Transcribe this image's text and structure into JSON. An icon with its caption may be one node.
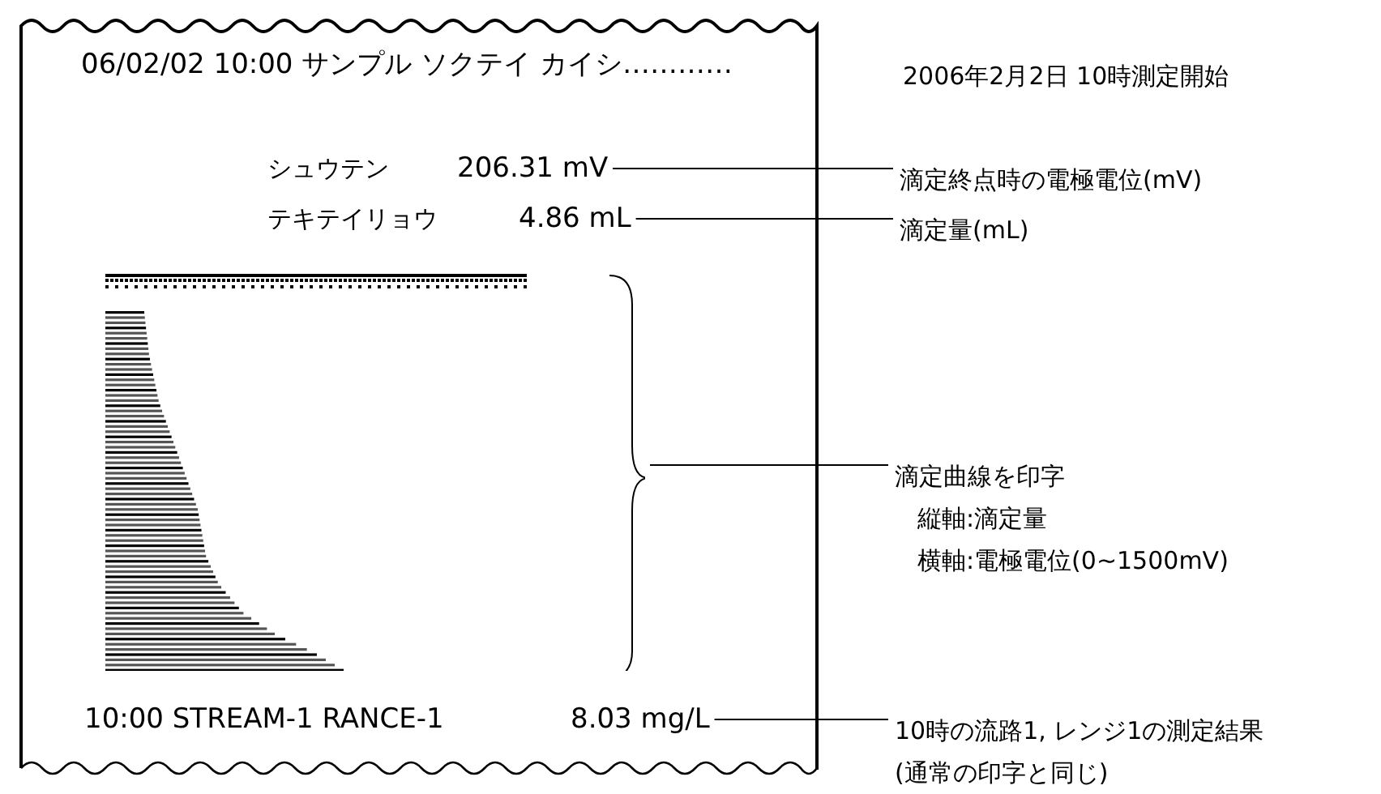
{
  "diagram": {
    "nodes": [
      {
        "text": [
          "06/02/02 10:00 サンプル ソクテイ カイシ…………",
          "シュウテン",
          "テキテイリョウ",
          "10:00 STREAM-1 RANCE-1"
        ]
      },
      {
        "text": [
          "206.31 mV"
        ],
        "in": 0
      },
      {
        "text": [
          "4.86 mL"
        ],
        "in": 0
      },
      {
        "text": [],
        "shape": "picture",
        "in": 0
      },
      {
        "text": [
          "8.03 mg/L"
        ],
        "in": 0
      },
      {
        "text": [
          "滴定終点時の電極電位(mV)"
        ]
      },
      {
        "text": [
          "滴定量(mL)"
        ]
      },
      {
        "text": [
          "滴定曲線を印字",
          "縦軸:滴定量",
          "横軸:電極電位(0~1500mV)"
        ]
      },
      {
        "text": [
          "10時の流路1, レンジ1の測定結果",
          "(通常の印字と同じ)"
        ]
      }
    ],
    "edges": [
      {
        "from": 1,
        "to": 5,
        "arrow": "none"
      },
      {
        "from": 2,
        "to": 6,
        "arrow": "none"
      },
      {
        "from": 3,
        "to": 7,
        "arrow": "none"
      },
      {
        "from": 4,
        "to": 8,
        "arrow": "none"
      }
    ],
    "labels": [
      "2006年2月2日 10時測定開始"
    ]
  }
}
